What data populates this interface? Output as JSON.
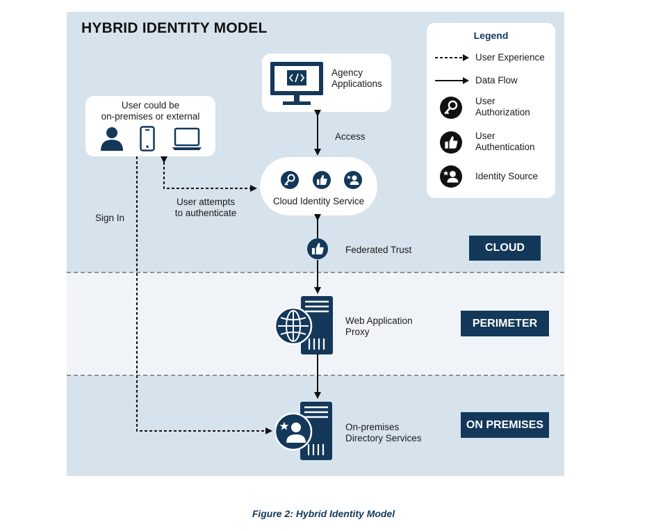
{
  "title": "HYBRID IDENTITY MODEL",
  "caption": "Figure 2: Hybrid Identity Model",
  "legend": {
    "heading": "Legend",
    "items": [
      {
        "icon": "dashed-arrow-icon",
        "label": "User Experience"
      },
      {
        "icon": "solid-arrow-icon",
        "label": "Data Flow"
      },
      {
        "icon": "key-icon",
        "label": "User\nAuthorization"
      },
      {
        "icon": "thumbs-up-icon",
        "label": "User\nAuthentication"
      },
      {
        "icon": "star-user-icon",
        "label": "Identity Source"
      }
    ]
  },
  "zones": {
    "cloud": "CLOUD",
    "perimeter": "PERIMETER",
    "on_premises": "ON PREMISES"
  },
  "nodes": {
    "user": "User could be\non-premises or external",
    "agency_apps": "Agency\nApplications",
    "cloud_identity": "Cloud Identity Service",
    "web_proxy": "Web Application\nProxy",
    "directory": "On-premises\nDirectory Services"
  },
  "edges": {
    "access": "Access",
    "attempt": "User attempts\nto authenticate",
    "sign_in": "Sign In",
    "federated_trust": "Federated Trust"
  },
  "colors": {
    "navy": "#14385a",
    "zone_bg": "#d6e2ec",
    "perimeter_bg": "#f0f4f8",
    "dash": "#8a9298"
  }
}
